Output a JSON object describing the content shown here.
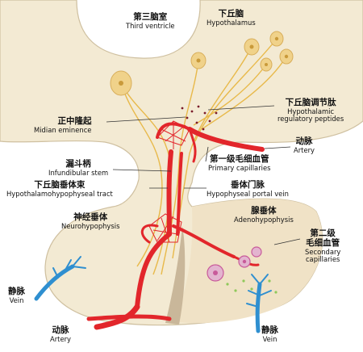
{
  "labels": {
    "third_ventricle": {
      "zh": "第三脑室",
      "en": "Third ventricle"
    },
    "hypothalamus": {
      "zh": "下丘脑",
      "en": "Hypothalamus"
    },
    "hypothalamic_peptides": {
      "zh": "下丘脑调节肽",
      "en1": "Hypothalamic",
      "en2": "regulatory peptides"
    },
    "median_eminence": {
      "zh": "正中隆起",
      "en": "Midian eminence"
    },
    "artery_right": {
      "zh": "动脉",
      "en": "Artery"
    },
    "primary_capillaries": {
      "zh": "第一级毛细血管",
      "en": "Primary capillaries"
    },
    "infundibular_stem": {
      "zh": "漏斗柄",
      "en": "Infundibular stem"
    },
    "hypothalamohypophyseal_tract": {
      "zh": "下丘脑垂体束",
      "en": "Hypothalamohypophyseal tract"
    },
    "portal_vein": {
      "zh": "垂体门脉",
      "en": "Hypophyseal portal vein"
    },
    "neurohypophysis": {
      "zh": "神经垂体",
      "en": "Neurohypophysis"
    },
    "adenohypophysis": {
      "zh": "腺垂体",
      "en": "Adenohypophysis"
    },
    "secondary_capillaries": {
      "zh1": "第二级",
      "zh2": "毛细血管",
      "en1": "Secondary",
      "en2": "capillaries"
    },
    "vein_left": {
      "zh": "静脉",
      "en": "Vein"
    },
    "artery_bottom": {
      "zh": "动脉",
      "en": "Artery"
    },
    "vein_bottom": {
      "zh": "静脉",
      "en": "Vein"
    }
  },
  "colors": {
    "brain_tissue": "#f3ead3",
    "neuron": "#f0d28a",
    "axon": "#e8b94a",
    "artery": "#e2262b",
    "vein": "#2f8fd0",
    "adeno_cell": "#c85a9a"
  }
}
